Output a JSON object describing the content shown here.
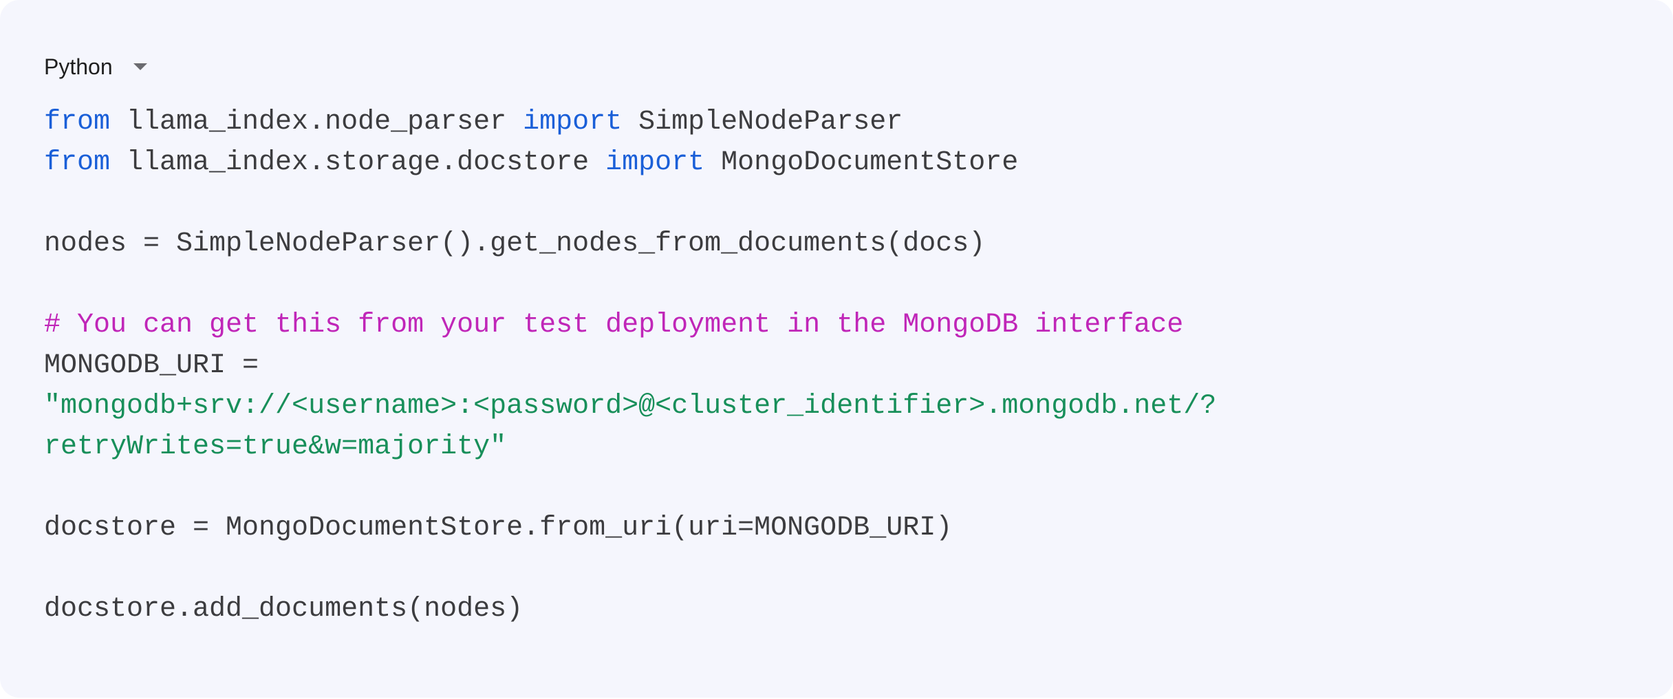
{
  "code_block": {
    "language": "Python",
    "language_selector_icon": "caret-down-icon",
    "colors": {
      "background": "#f5f6fd",
      "text": "#3c3c3f",
      "keyword": "#1a5fd8",
      "comment": "#c026b8",
      "string": "#188f5a"
    },
    "lines": [
      {
        "k1": "from",
        "t1": " llama_index.node_parser ",
        "k2": "import",
        "t2": " SimpleNodeParser"
      },
      {
        "k1": "from",
        "t1": " llama_index.storage.docstore ",
        "k2": "import",
        "t2": " MongoDocumentStore"
      },
      {
        "text": ""
      },
      {
        "text": "nodes = SimpleNodeParser().get_nodes_from_documents(docs)"
      },
      {
        "text": ""
      },
      {
        "comment": "# You can get this from your test deployment in the MongoDB interface"
      },
      {
        "text": "MONGODB_URI ="
      },
      {
        "string": "\"mongodb+srv://<username>:<password>@<cluster_identifier>.mongodb.net/?"
      },
      {
        "string": "retryWrites=true&w=majority\""
      },
      {
        "text": ""
      },
      {
        "text": "docstore = MongoDocumentStore.from_uri(uri=MONGODB_URI)"
      },
      {
        "text": ""
      },
      {
        "text": "docstore.add_documents(nodes)"
      }
    ]
  }
}
